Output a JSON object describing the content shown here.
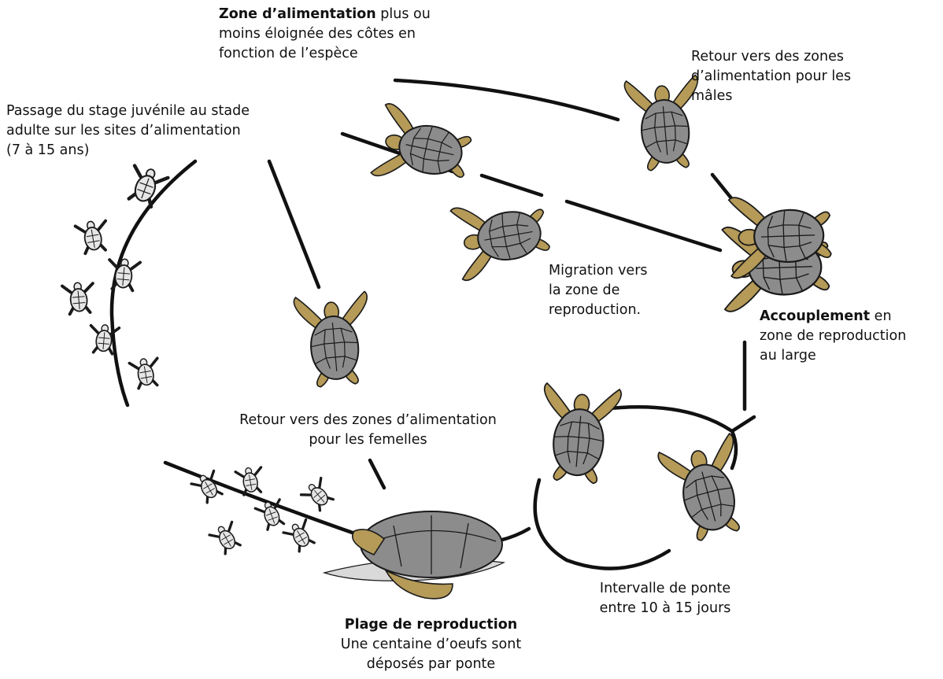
{
  "labels": {
    "feeding_zone": {
      "bold": "Zone d’alimentation",
      "rest_line1": " plus ou",
      "line2": "moins éloignée des côtes en",
      "line3": "fonction de l’espèce"
    },
    "males_return": {
      "line1": "Retour vers des zones",
      "line2": "d’alimentation pour les",
      "line3": "mâles"
    },
    "juvenile_passage": {
      "line1": "Passage du stage juvénile au stade",
      "line2": "adulte sur les sites d’alimentation",
      "line3": "(7 à 15 ans)"
    },
    "migration": {
      "line1": "Migration vers",
      "line2": "la zone de",
      "line3": "reproduction."
    },
    "mating": {
      "bold": "Accouplement",
      "rest_line1": " en",
      "line2": "zone de reproduction",
      "line3": "au large"
    },
    "females_return": {
      "line1": "Retour vers des zones d’alimentation",
      "line2": "pour les femelles"
    },
    "laying_interval": {
      "line1": "Intervalle de ponte",
      "line2": "entre 10 à 15 jours"
    },
    "nesting_beach": {
      "bold": "Plage de reproduction",
      "line2": "Une centaine d’oeufs sont",
      "line3": "déposés par ponte"
    }
  },
  "colors": {
    "shell": "#8c8c8c",
    "shell_stroke": "#1a1a1a",
    "flipper": "#b59a58",
    "hatchling": "#e6e6e6",
    "line": "#111111",
    "sand": "#d9d9d9"
  },
  "icons": {
    "turtle": "sea-turtle-icon",
    "hatchling": "hatchling-icon",
    "mating": "mating-turtles-icon",
    "nesting": "nesting-turtle-icon"
  }
}
